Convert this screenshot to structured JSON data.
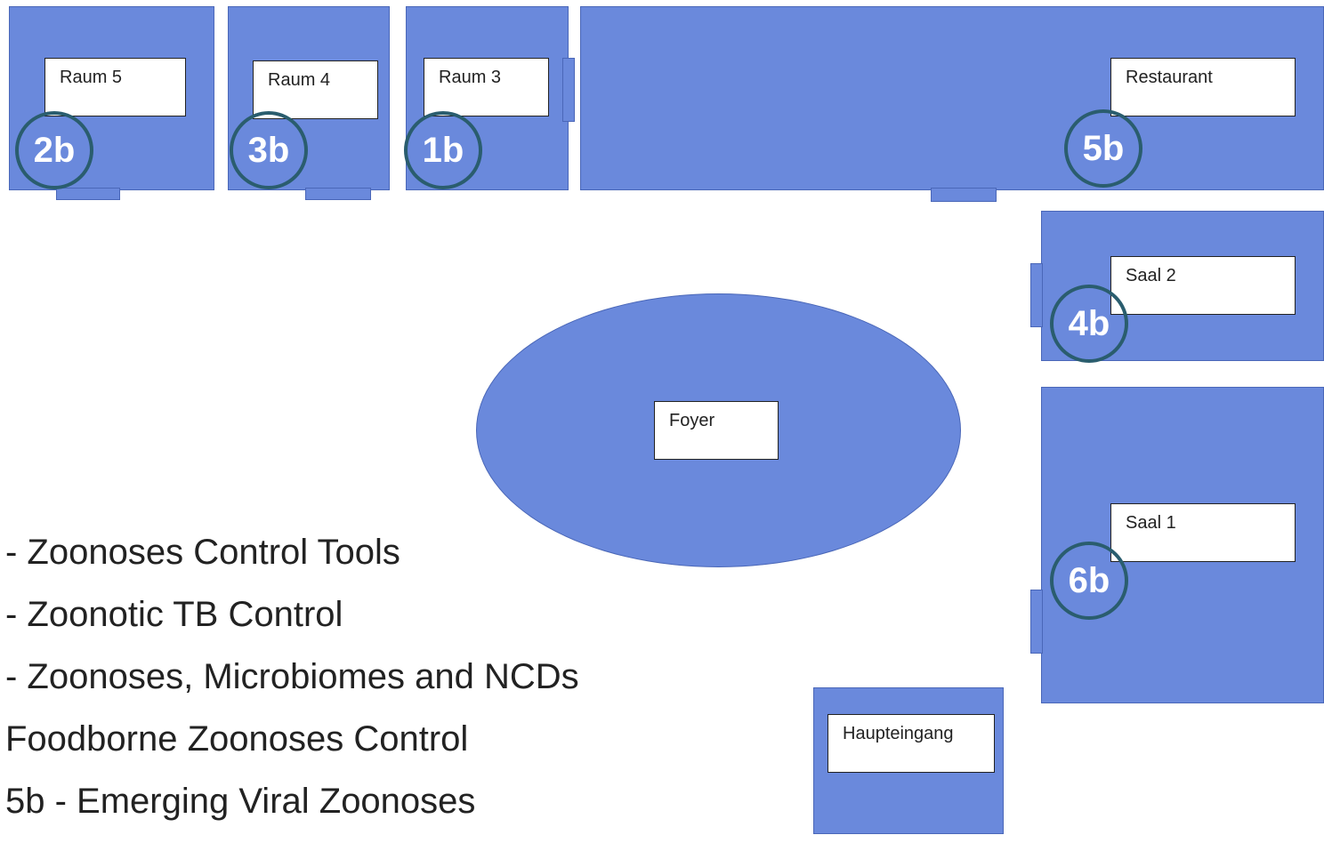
{
  "rooms": {
    "raum5": {
      "label": "Raum 5",
      "badge": "2b"
    },
    "raum4": {
      "label": "Raum 4",
      "badge": "3b"
    },
    "raum3": {
      "label": "Raum 3",
      "badge": "1b"
    },
    "restaurant": {
      "label": "Restaurant",
      "badge": "5b"
    },
    "saal2": {
      "label": "Saal 2",
      "badge": "4b"
    },
    "saal1": {
      "label": "Saal 1",
      "badge": "6b"
    },
    "foyer": {
      "label": "Foyer"
    },
    "haupteingang": {
      "label": "Haupteingang"
    }
  },
  "legend": [
    "- Zoonoses Control Tools",
    "- Zoonotic TB Control",
    "- Zoonoses, Microbiomes and NCDs",
    "Foodborne Zoonoses Control",
    "5b - Emerging Viral Zoonoses"
  ],
  "colors": {
    "room": "#6a89dc",
    "badge_ring": "#2a5d6e"
  }
}
